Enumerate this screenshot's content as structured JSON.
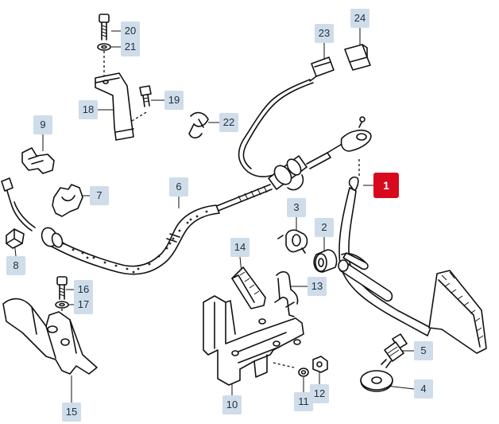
{
  "diagram": {
    "highlight_color": "#d8091d",
    "callout_color": "#cfdcea",
    "callouts": [
      {
        "id": "p20",
        "label": "20"
      },
      {
        "id": "p21",
        "label": "21"
      },
      {
        "id": "p23",
        "label": "23"
      },
      {
        "id": "p24",
        "label": "24"
      },
      {
        "id": "p19",
        "label": "19"
      },
      {
        "id": "p18",
        "label": "18"
      },
      {
        "id": "p22",
        "label": "22"
      },
      {
        "id": "p9",
        "label": "9"
      },
      {
        "id": "p1",
        "label": "1",
        "highlighted": true
      },
      {
        "id": "p7",
        "label": "7"
      },
      {
        "id": "p6",
        "label": "6"
      },
      {
        "id": "p3",
        "label": "3"
      },
      {
        "id": "p2",
        "label": "2"
      },
      {
        "id": "p8",
        "label": "8"
      },
      {
        "id": "p14",
        "label": "14"
      },
      {
        "id": "p13",
        "label": "13"
      },
      {
        "id": "p16",
        "label": "16"
      },
      {
        "id": "p17",
        "label": "17"
      },
      {
        "id": "p5",
        "label": "5"
      },
      {
        "id": "p4",
        "label": "4"
      },
      {
        "id": "p15",
        "label": "15"
      },
      {
        "id": "p10",
        "label": "10"
      },
      {
        "id": "p11",
        "label": "11"
      },
      {
        "id": "p12",
        "label": "12"
      }
    ]
  }
}
